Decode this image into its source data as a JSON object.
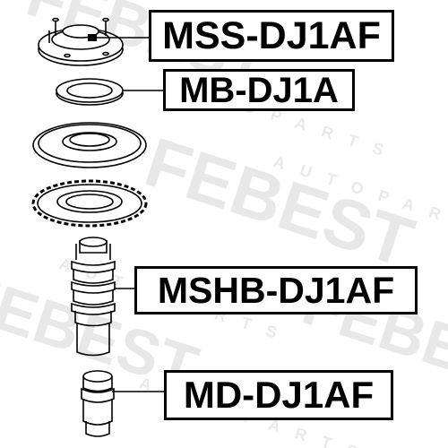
{
  "watermark": {
    "brand": "FEBEST",
    "subtext": "AUTOPARTS"
  },
  "parts": [
    {
      "id": "mss",
      "part_number": "MSS-DJ1AF"
    },
    {
      "id": "mb",
      "part_number": "MB-DJ1A"
    },
    {
      "id": "mshb",
      "part_number": "MSHB-DJ1AF"
    },
    {
      "id": "md",
      "part_number": "MD-DJ1AF"
    }
  ],
  "colors": {
    "line": "#000000",
    "watermark": "#e3e3e3",
    "background": "#ffffff"
  }
}
